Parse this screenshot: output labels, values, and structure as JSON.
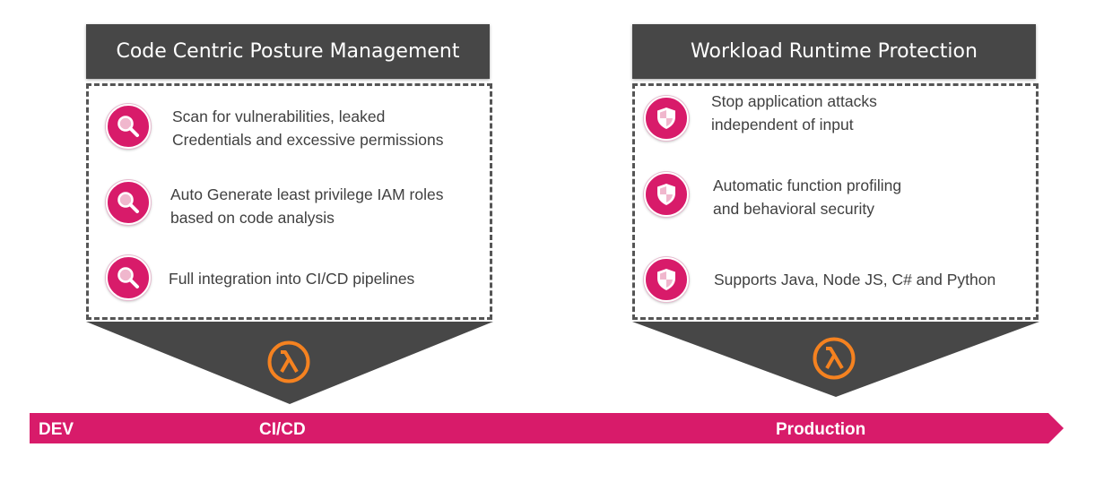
{
  "colors": {
    "header_bg": "#474747",
    "accent": "#d81b6a",
    "lambda": "#f58220",
    "funnel": "#474747"
  },
  "left_panel": {
    "title": "Code Centric Posture Management",
    "icon": "search-magnifier-icon",
    "items": [
      {
        "text": "Scan for vulnerabilities, leaked\nCredentials and excessive permissions"
      },
      {
        "text": "Auto Generate least privilege IAM roles\nbased on code analysis"
      },
      {
        "text": "Full integration into CI/CD pipelines"
      }
    ],
    "funnel_icon": "lambda-icon"
  },
  "right_panel": {
    "title": "Workload Runtime Protection",
    "icon": "shield-icon",
    "items": [
      {
        "text": "Stop application attacks\nindependent of input"
      },
      {
        "text": "Automatic function profiling\nand behavioral security"
      },
      {
        "text": "Supports Java, Node JS, C# and Python"
      }
    ],
    "funnel_icon": "lambda-icon"
  },
  "timeline": {
    "stages": [
      "DEV",
      "CI/CD",
      "Production"
    ]
  }
}
